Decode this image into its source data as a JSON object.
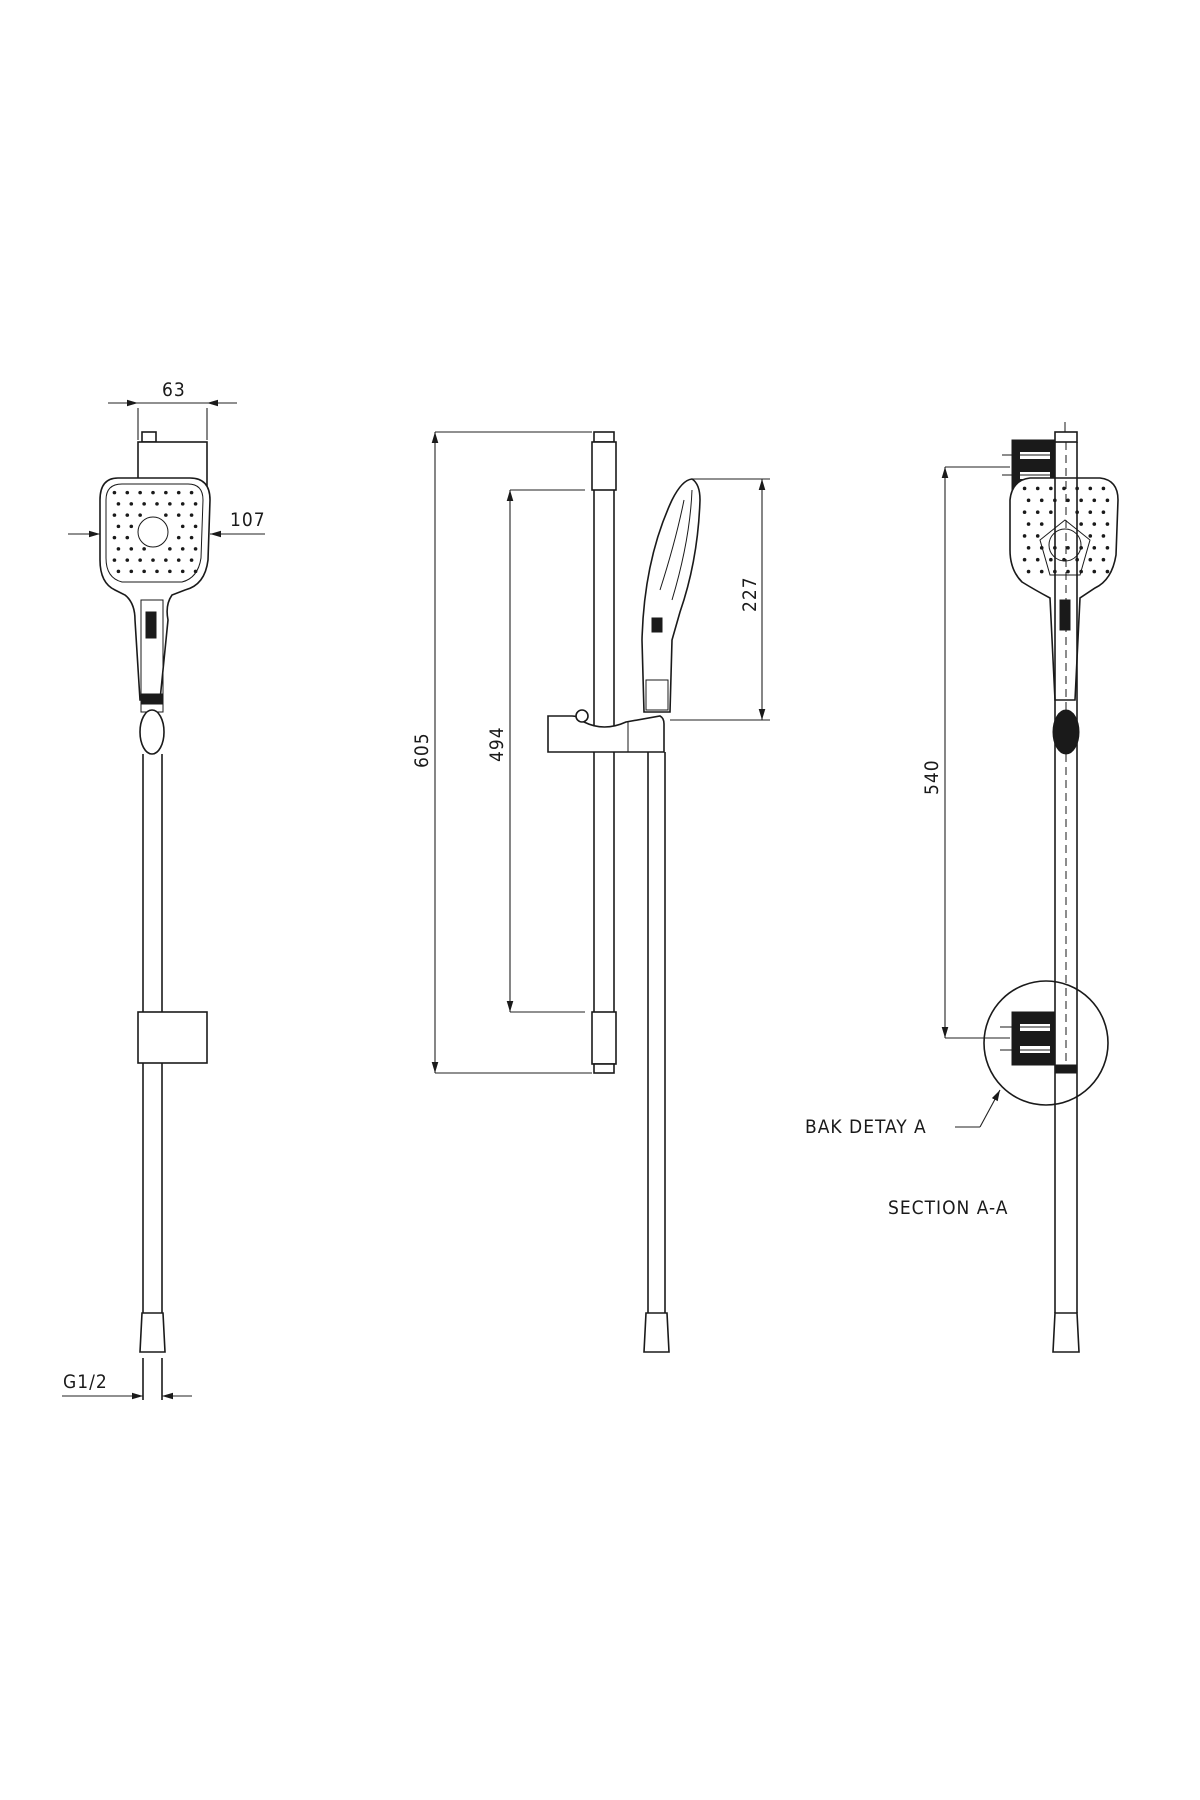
{
  "drawing": {
    "dimensions": {
      "width_top": "63",
      "head_width": "107",
      "rail_length": "605",
      "bracket_spacing": "494",
      "handshower_length": "227",
      "section_bracket_spacing": "540",
      "connection_thread": "G1/2"
    },
    "labels": {
      "detail_callout": "BAK DETAY A",
      "section_title": "SECTION A-A"
    },
    "colors": {
      "line": "#1a1a1a",
      "background": "#ffffff"
    }
  }
}
